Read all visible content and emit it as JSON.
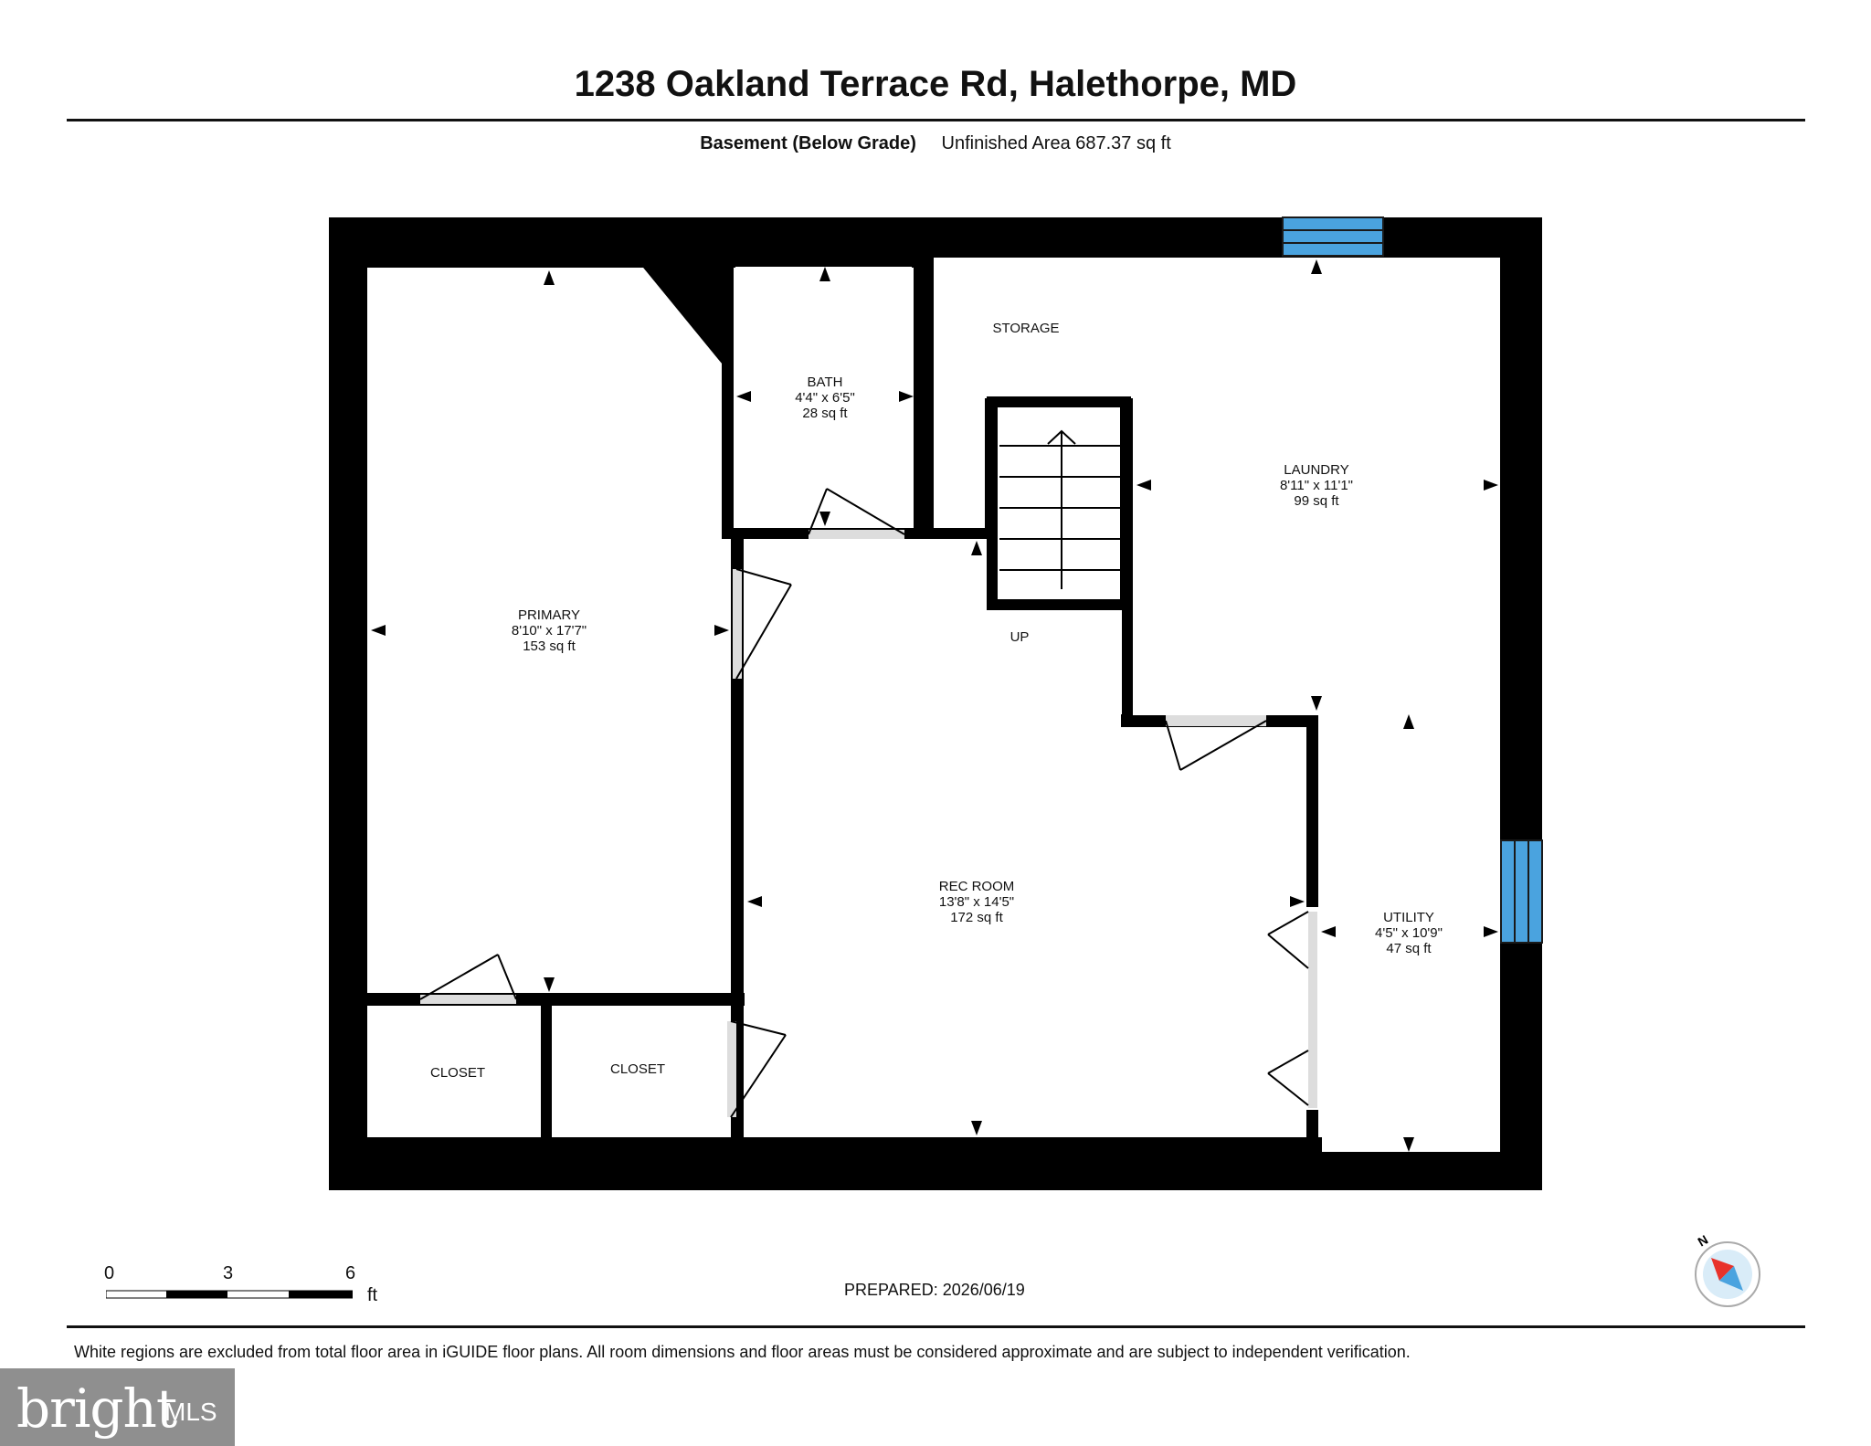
{
  "header": {
    "address": "1238 Oakland Terrace Rd, Halethorpe, MD",
    "level_name": "Basement (Below Grade)",
    "area_label": "Unfinished Area 687.37 sq ft"
  },
  "rooms": [
    {
      "id": "primary",
      "name": "PRIMARY",
      "dims": "8'10\" x 17'7\"",
      "area": "153 sq ft"
    },
    {
      "id": "bath",
      "name": "BATH",
      "dims": "4'4\" x 6'5\"",
      "area": "28 sq ft"
    },
    {
      "id": "storage",
      "name": "STORAGE"
    },
    {
      "id": "laundry",
      "name": "LAUNDRY",
      "dims": "8'11\" x 11'1\"",
      "area": "99 sq ft"
    },
    {
      "id": "rec_room",
      "name": "REC ROOM",
      "dims": "13'8\" x 14'5\"",
      "area": "172 sq ft"
    },
    {
      "id": "utility",
      "name": "UTILITY",
      "dims": "4'5\" x 10'9\"",
      "area": "47 sq ft"
    },
    {
      "id": "closet1",
      "name": "CLOSET"
    },
    {
      "id": "closet2",
      "name": "CLOSET"
    }
  ],
  "stairs_label": "UP",
  "scale_bar": {
    "ticks": [
      "0",
      "3",
      "6"
    ],
    "unit": "ft"
  },
  "compass_label": "N",
  "prepared": "PREPARED: 2026/06/19",
  "disclaimer": "White regions are excluded from total floor area in iGUIDE floor plans. All room dimensions and floor areas must be considered approximate and are subject to independent verification.",
  "logo": {
    "word": "bright",
    "mark": "MLS"
  },
  "colors": {
    "wall": "#000000",
    "window": "#4aa3df",
    "door": "#dddddd"
  }
}
